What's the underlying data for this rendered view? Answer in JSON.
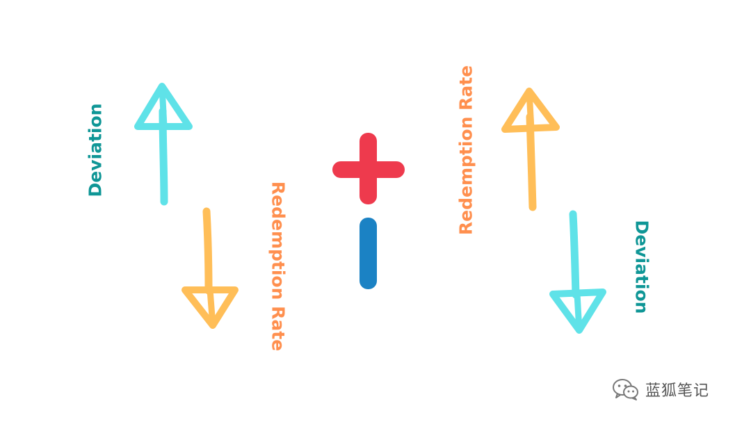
{
  "labels": {
    "deviation_left": "Deviation",
    "redemption_left": "Redemption Rate",
    "redemption_right": "Redemption Rate",
    "deviation_right": "Deviation"
  },
  "symbols": {
    "plus_color": "#EE3A4D",
    "minus_color": "#1B82C4"
  },
  "colors": {
    "teal_text": "#0F9696",
    "orange_text": "#FF8F4E",
    "cyan_arrow": "#5FE2E8",
    "yellow_arrow": "#FFBE58"
  },
  "watermark": {
    "icon": "wechat-icon",
    "text": "蓝狐笔记"
  }
}
